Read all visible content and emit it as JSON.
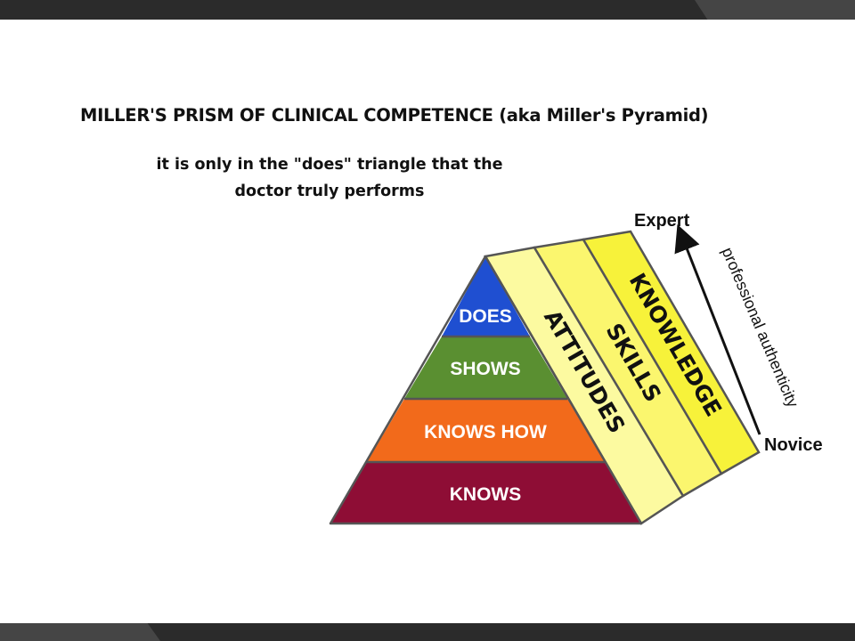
{
  "slide": {
    "title": "MILLER'S PRISM OF CLINICAL COMPETENCE (aka Miller's Pyramid)",
    "subtitle_line1": "it is only in the \"does\" triangle that the",
    "subtitle_line2": "doctor truly performs"
  },
  "pyramid": {
    "levels": [
      {
        "label": "DOES",
        "color": "#1f4fd1"
      },
      {
        "label": "SHOWS",
        "color": "#5a8f31"
      },
      {
        "label": "KNOWS HOW",
        "color": "#f26a1b"
      },
      {
        "label": "KNOWS",
        "color": "#8e0d35"
      }
    ]
  },
  "prism": {
    "faces": [
      {
        "label": "ATTITUDES",
        "color": "#fcfaa0"
      },
      {
        "label": "SKILLS",
        "color": "#fbf66e"
      },
      {
        "label": "KNOWLEDGE",
        "color": "#f7f23a"
      }
    ]
  },
  "axis": {
    "top_label": "Expert",
    "bottom_label": "Novice",
    "arrow_label": "professional authenticity"
  }
}
